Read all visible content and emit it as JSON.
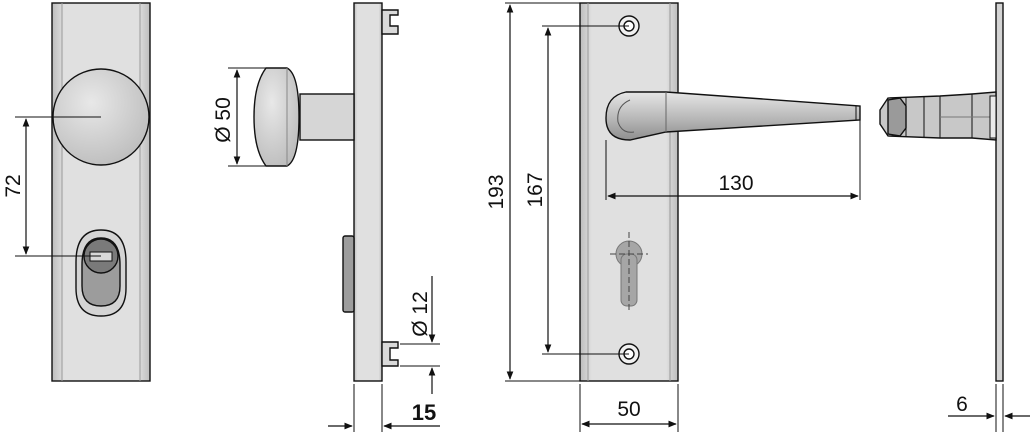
{
  "dimensions": {
    "knob_offset": "72",
    "knob_diameter": "Ø 50",
    "cylinder_diameter": "Ø 12",
    "plate_thickness_knob": "15",
    "plate_height_total": "193",
    "hole_spacing": "167",
    "lever_length": "130",
    "plate_width": "50",
    "plate_thickness_lever": "6"
  },
  "colors": {
    "line": "#111111",
    "plate_fill": "#d9d9d9",
    "plate_edge": "#b8b8b8",
    "knob_fill": "#cfcfcf",
    "cylinder_fill": "#9a9a9a",
    "cylinder_dark": "#6f6f6f",
    "lever_fill": "#c4c4c4"
  }
}
